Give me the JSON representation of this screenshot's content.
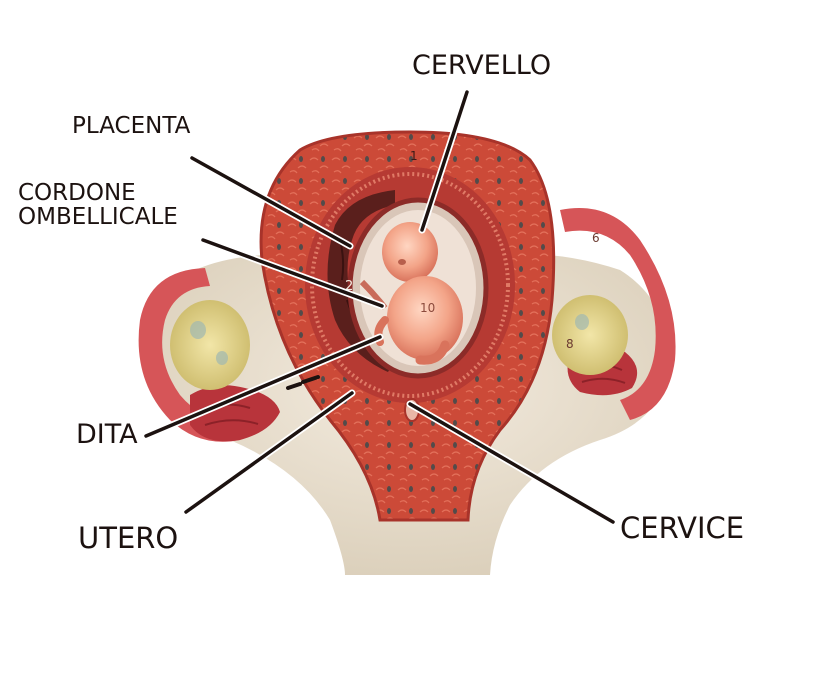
{
  "labels": {
    "cervello": "CERVELLO",
    "placenta": "PLACENTA",
    "cordone_line1": "CORDONE",
    "cordone_line2": "OMBELLICALE",
    "dita": "DITA",
    "utero": "UTERO",
    "cervice": "CERVICE"
  },
  "model_marks": [
    "1",
    "2",
    "6",
    "10",
    "8"
  ],
  "colors": {
    "uterus_wall": "#c8493a",
    "uterus_outer": "#e8dcc8",
    "placenta": "#5a1f1c",
    "fetus": "#f0a487",
    "ovary": "#e4d48a",
    "tube": "#d9585a",
    "label_text": "#1c1210",
    "leader_line": "#1c1210"
  }
}
